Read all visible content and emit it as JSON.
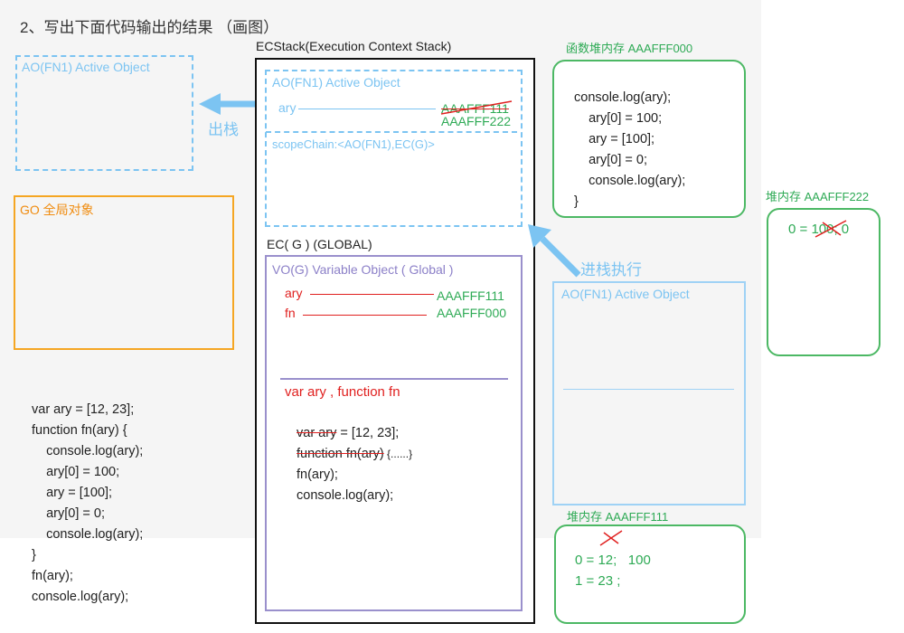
{
  "title": "2、写出下面代码输出的结果 （画图）",
  "left_ao": {
    "label": "AO(FN1)  Active Object"
  },
  "pop_label": "出栈",
  "go": {
    "label": "GO 全局对象"
  },
  "source_code": [
    "var ary = [12, 23];",
    "function fn(ary) {",
    "    console.log(ary);",
    "    ary[0] = 100;",
    "    ary = [100];",
    "    ary[0] = 0;",
    "    console.log(ary);",
    "}",
    "fn(ary);",
    "console.log(ary);"
  ],
  "ecstack": {
    "label": "ECStack(Execution Context Stack)",
    "ao": {
      "label": "AO(FN1)  Active Object",
      "var": "ary",
      "old_addr": "AAAFFF111",
      "new_addr": "AAAFFF222",
      "scope_chain": "scopeChain:<AO(FN1),EC(G)>"
    },
    "ecg": {
      "label": "EC( G )  (GLOBAL)",
      "vo_label": "VO(G)  Variable Object ( Global )",
      "vars": [
        {
          "name": "ary",
          "addr": "AAAFFF111"
        },
        {
          "name": "fn",
          "addr": "AAAFFF000"
        }
      ],
      "decl": "var ary , function fn",
      "exec": {
        "l1_strike": "var ary",
        "l1_rest": " = [12, 23];",
        "l2_strike": "function fn(ary)",
        "l2_rest": " {......}",
        "l3": "fn(ary);",
        "l4": "console.log(ary);"
      }
    }
  },
  "push_label": "进栈执行",
  "right_ao": {
    "label": "AO(FN1)  Active Object"
  },
  "func_heap": {
    "label": "函数堆内存 AAAFFF000",
    "code": [
      "console.log(ary);",
      "    ary[0] = 100;",
      "    ary = [100];",
      "    ary[0] = 0;",
      "    console.log(ary);",
      "}"
    ]
  },
  "heap222": {
    "label": "堆内存  AAAFFF222",
    "pre": "0 = ",
    "struck": "100",
    "post": "; 0"
  },
  "heap111": {
    "label": "堆内存  AAAFFF111",
    "row1_pre": "0 = ",
    "row1_struck": "12",
    "row1_post": ";   100",
    "row2": "1 = 23 ;"
  },
  "colors": {
    "blue": "#7cc4f2",
    "green": "#2eaa55",
    "red": "#e0201f",
    "orange": "#f08c10",
    "purple": "#8c80c8"
  }
}
